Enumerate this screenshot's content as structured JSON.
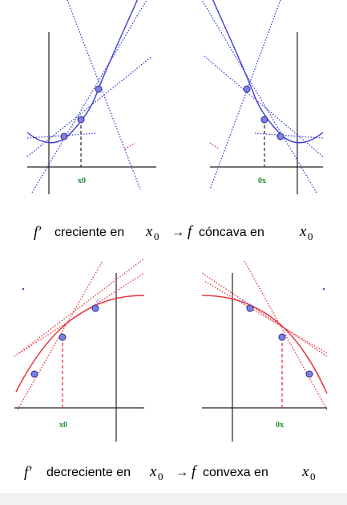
{
  "colors": {
    "blue": "#3b3bd6",
    "red": "#e8323c",
    "point_fill": "#7b82e6",
    "axis": "#222222",
    "label": "#1f8a2e",
    "bottom_strip": "#f2f2f2"
  },
  "panels": {
    "top_left": {
      "tick_label": "x0"
    },
    "top_right": {
      "tick_label": "0x"
    },
    "bottom_left": {
      "tick_label": "x0"
    },
    "bottom_right": {
      "tick_label": "0x"
    }
  },
  "captions": {
    "top": {
      "fprime": "f′",
      "text1": "creciente en",
      "x": "x",
      "zero": "0",
      "arrow": "→",
      "f": "f",
      "text2": "cóncava en",
      "x2": "x",
      "zero2": "0"
    },
    "bottom": {
      "fprime": "f′",
      "text1": "decreciente en",
      "x": "x",
      "zero": "0",
      "arrow": "→",
      "f": "f",
      "text2": "convexa en",
      "x2": "x",
      "zero2": "0"
    }
  }
}
